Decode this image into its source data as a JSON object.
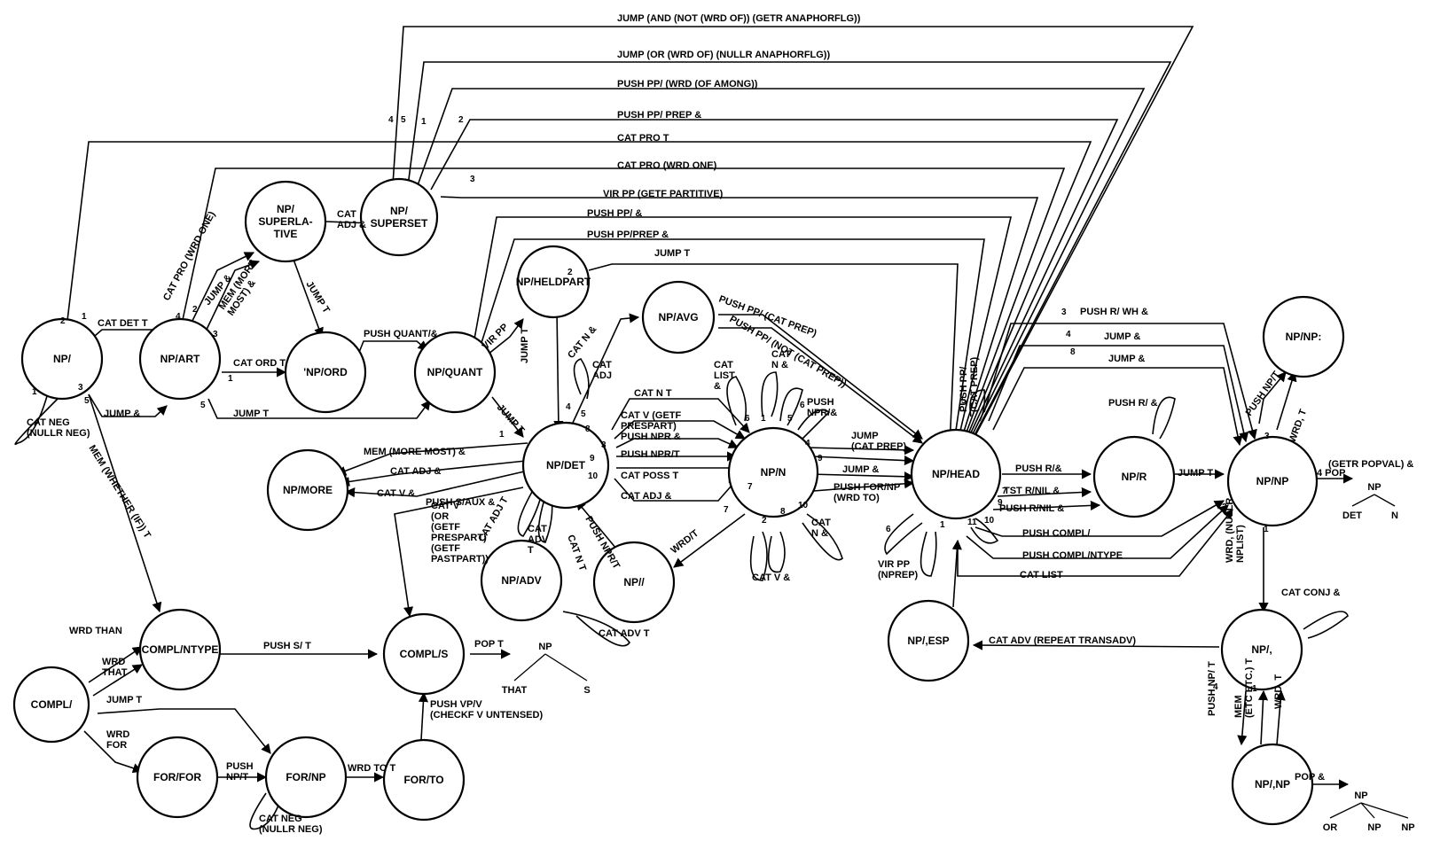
{
  "nodes": [
    {
      "id": "np",
      "lines": [
        "NP/"
      ]
    },
    {
      "id": "np_art",
      "lines": [
        "NP/ART"
      ]
    },
    {
      "id": "np_superlative",
      "lines": [
        "NP/",
        "SUPERLA-",
        "TIVE"
      ]
    },
    {
      "id": "np_superset",
      "lines": [
        "NP/",
        "SUPERSET"
      ]
    },
    {
      "id": "np_ord",
      "lines": [
        "'NP/ORD"
      ]
    },
    {
      "id": "np_quant",
      "lines": [
        "NP/QUANT"
      ]
    },
    {
      "id": "np_heldpart",
      "lines": [
        "NP/HELDPART"
      ]
    },
    {
      "id": "np_avg",
      "lines": [
        "NP/AVG"
      ]
    },
    {
      "id": "np_more",
      "lines": [
        "NP/MORE"
      ]
    },
    {
      "id": "np_det",
      "lines": [
        "NP/DET"
      ]
    },
    {
      "id": "np_n",
      "lines": [
        "NP/N"
      ]
    },
    {
      "id": "np_adv",
      "lines": [
        "NP/ADV"
      ]
    },
    {
      "id": "np_slash",
      "lines": [
        "NP//"
      ]
    },
    {
      "id": "np_head",
      "lines": [
        "NP/HEAD"
      ]
    },
    {
      "id": "np_r",
      "lines": [
        "NP/R"
      ]
    },
    {
      "id": "np_np",
      "lines": [
        "NP/NP"
      ]
    },
    {
      "id": "np_np2",
      "lines": [
        "NP/NP:"
      ]
    },
    {
      "id": "np_esp",
      "lines": [
        "NP/,ESP"
      ]
    },
    {
      "id": "np_comma",
      "lines": [
        "NP/,"
      ]
    },
    {
      "id": "np_comma_np",
      "lines": [
        "NP/,NP"
      ]
    },
    {
      "id": "compl",
      "lines": [
        "COMPL/"
      ]
    },
    {
      "id": "compl_ntype",
      "lines": [
        "COMPL/NTYPE"
      ]
    },
    {
      "id": "compl_s",
      "lines": [
        "COMPL/S"
      ]
    },
    {
      "id": "for_for",
      "lines": [
        "FOR/FOR"
      ]
    },
    {
      "id": "for_np",
      "lines": [
        "FOR/NP"
      ]
    },
    {
      "id": "for_to",
      "lines": [
        "FOR/TO"
      ]
    }
  ],
  "labels": [
    {
      "id": "l1",
      "lines": [
        "JUMP (AND (NOT (WRD OF)) (GETR ANAPHORFLG))"
      ]
    },
    {
      "id": "l2",
      "lines": [
        "JUMP (OR (WRD OF) (NULLR ANAPHORFLG))"
      ]
    },
    {
      "id": "l3",
      "lines": [
        "PUSH PP/ (WRD (OF AMONG))"
      ]
    },
    {
      "id": "l4",
      "lines": [
        "PUSH PP/ PREP  &"
      ]
    },
    {
      "id": "l5",
      "lines": [
        "CAT PRO T"
      ]
    },
    {
      "id": "l6",
      "lines": [
        "CAT  PRO (WRD ONE)"
      ]
    },
    {
      "id": "l7",
      "lines": [
        "VIR PP (GETF PARTITIVE)"
      ]
    },
    {
      "id": "l8",
      "lines": [
        "PUSH PP/ &"
      ]
    },
    {
      "id": "l9",
      "lines": [
        "PUSH PP/PREP  &"
      ]
    },
    {
      "id": "l10",
      "lines": [
        "JUMP T"
      ]
    },
    {
      "id": "l11",
      "lines": [
        "CAT",
        "ADJ &"
      ]
    },
    {
      "id": "l12",
      "lines": [
        "CAT DET T"
      ]
    },
    {
      "id": "l13",
      "lines": [
        "CAT ORD T"
      ]
    },
    {
      "id": "l14",
      "lines": [
        "JUMP &"
      ]
    },
    {
      "id": "l15",
      "lines": [
        "JUMP T"
      ]
    },
    {
      "id": "l16",
      "lines": [
        "PUSH QUANT/&"
      ]
    },
    {
      "id": "l17",
      "lines": [
        "CAT PRO (WRD ONE)"
      ]
    },
    {
      "id": "l18",
      "lines": [
        "JUMP &"
      ]
    },
    {
      "id": "l19",
      "lines": [
        "MEM (MORE",
        "MOST) &"
      ]
    },
    {
      "id": "l20",
      "lines": [
        "JUMP T"
      ]
    },
    {
      "id": "l21",
      "lines": [
        "CAT NEG",
        "(NULLR NEG)"
      ]
    },
    {
      "id": "l22",
      "lines": [
        "MEM (WHETHER (IF)) T"
      ]
    },
    {
      "id": "l23",
      "lines": [
        "VIR PP"
      ]
    },
    {
      "id": "l24",
      "lines": [
        "JUMP T"
      ]
    },
    {
      "id": "l25",
      "lines": [
        "JUMP T"
      ]
    },
    {
      "id": "l26",
      "lines": [
        "CAT N &"
      ]
    },
    {
      "id": "l27",
      "lines": [
        "PUSH PP/ (CAT PREP)"
      ]
    },
    {
      "id": "l28",
      "lines": [
        "PUSH PP/ (NOT (CAT PREP))"
      ]
    },
    {
      "id": "l29",
      "lines": [
        "CAT",
        "ADJ"
      ]
    },
    {
      "id": "l30",
      "lines": [
        "CAT N T"
      ]
    },
    {
      "id": "l31",
      "lines": [
        "CAT V (GETF",
        "PRESPART)"
      ]
    },
    {
      "id": "l32",
      "lines": [
        "PUSH NPR &"
      ]
    },
    {
      "id": "l33",
      "lines": [
        "PUSH NPR/T"
      ]
    },
    {
      "id": "l34",
      "lines": [
        "CAT POSS T"
      ]
    },
    {
      "id": "l35",
      "lines": [
        "CAT ADJ &"
      ]
    },
    {
      "id": "l36",
      "lines": [
        "MEM (MORE MOST) &"
      ]
    },
    {
      "id": "l37",
      "lines": [
        "CAT ADJ &"
      ]
    },
    {
      "id": "l38",
      "lines": [
        "CAT  V &"
      ]
    },
    {
      "id": "l39",
      "lines": [
        "PUSH S/AUX &"
      ]
    },
    {
      "id": "l40",
      "lines": [
        "CAT V",
        "(OR",
        "(GETF",
        "PRESPART)",
        "(GETF",
        "PASTPART))"
      ]
    },
    {
      "id": "l41",
      "lines": [
        "CAT ADJ T"
      ]
    },
    {
      "id": "l42",
      "lines": [
        "CAT",
        "ADV",
        "T"
      ]
    },
    {
      "id": "l43",
      "lines": [
        "CAT N T"
      ]
    },
    {
      "id": "l44",
      "lines": [
        "PUSH NPR/T"
      ]
    },
    {
      "id": "l45",
      "lines": [
        "CAT ADV T"
      ]
    },
    {
      "id": "l46",
      "lines": [
        "WRD/T"
      ]
    },
    {
      "id": "l47",
      "lines": [
        "CAT",
        "LIST",
        "&"
      ]
    },
    {
      "id": "l48",
      "lines": [
        "CAT",
        "N &"
      ]
    },
    {
      "id": "l49",
      "lines": [
        "PUSH",
        "NPR/&"
      ]
    },
    {
      "id": "l50",
      "lines": [
        "CAT",
        "N &"
      ]
    },
    {
      "id": "l51",
      "lines": [
        "CAT V &"
      ]
    },
    {
      "id": "l52",
      "lines": [
        "JUMP",
        "(CAT PREP)"
      ]
    },
    {
      "id": "l53",
      "lines": [
        "JUMP &"
      ]
    },
    {
      "id": "l54",
      "lines": [
        "PUSH FOR/NP",
        "(WRD TO)"
      ]
    },
    {
      "id": "l55",
      "lines": [
        "PUSH PP/",
        "(CAT PREP)"
      ]
    },
    {
      "id": "l56",
      "lines": [
        "VIR PP",
        "(NPREP)"
      ]
    },
    {
      "id": "l57",
      "lines": [
        "PUSH R/ WH &"
      ]
    },
    {
      "id": "l58",
      "lines": [
        "JUMP &"
      ]
    },
    {
      "id": "l59",
      "lines": [
        "JUMP &"
      ]
    },
    {
      "id": "l60",
      "lines": [
        "PUSH R/ &"
      ]
    },
    {
      "id": "l61",
      "lines": [
        "PUSH R/&"
      ]
    },
    {
      "id": "l62",
      "lines": [
        "TST R/NIL &"
      ]
    },
    {
      "id": "l63",
      "lines": [
        "PUSH R/NIL &"
      ]
    },
    {
      "id": "l64",
      "lines": [
        "PUSH  COMPL/"
      ]
    },
    {
      "id": "l65",
      "lines": [
        "PUSH COMPL/NTYPE"
      ]
    },
    {
      "id": "l66",
      "lines": [
        "CAT LIST"
      ]
    },
    {
      "id": "l67",
      "lines": [
        "JUMP T"
      ]
    },
    {
      "id": "l68",
      "lines": [
        "PUSH NP/T"
      ]
    },
    {
      "id": "l69",
      "lines": [
        "WRD, T"
      ]
    },
    {
      "id": "l70",
      "lines": [
        "4 POP"
      ]
    },
    {
      "id": "l71",
      "lines": [
        "(GETR POPVAL) &"
      ]
    },
    {
      "id": "l72",
      "lines": [
        "WRD, (NULLR",
        "NPLIST)"
      ]
    },
    {
      "id": "l73",
      "lines": [
        "CAT CONJ &"
      ]
    },
    {
      "id": "l74",
      "lines": [
        "CAT ADV (REPEAT TRANSADV)"
      ]
    },
    {
      "id": "l75",
      "lines": [
        "PUSH NP/ T"
      ]
    },
    {
      "id": "l76",
      "lines": [
        "MEM",
        "(ETC ETC.) T"
      ]
    },
    {
      "id": "l77",
      "lines": [
        "WRD, T"
      ]
    },
    {
      "id": "l78",
      "lines": [
        "POP &"
      ]
    },
    {
      "id": "l79",
      "lines": [
        "WRD THAN"
      ]
    },
    {
      "id": "l80",
      "lines": [
        "WRD",
        "THAT"
      ]
    },
    {
      "id": "l81",
      "lines": [
        "JUMP T"
      ]
    },
    {
      "id": "l82",
      "lines": [
        "WRD",
        "FOR"
      ]
    },
    {
      "id": "l83",
      "lines": [
        "PUSH S/  T"
      ]
    },
    {
      "id": "l84",
      "lines": [
        "POP T"
      ]
    },
    {
      "id": "l85",
      "lines": [
        "PUSH VP/V",
        "(CHECKF V UNTENSED)"
      ]
    },
    {
      "id": "l86",
      "lines": [
        "PUSH",
        "NP/T"
      ]
    },
    {
      "id": "l87",
      "lines": [
        "WRD TO T"
      ]
    },
    {
      "id": "l88",
      "lines": [
        "CAT NEG",
        "(NULLR NEG)"
      ]
    }
  ],
  "numbers": [
    "4",
    "5",
    "1",
    "2",
    "3",
    "2",
    "1",
    "4",
    "3",
    "5",
    "5",
    "2",
    "1",
    "3",
    "1",
    "2",
    "4",
    "5",
    "8",
    "1",
    "3",
    "10",
    "9",
    "7",
    "6",
    "1",
    "5",
    "6",
    "4",
    "9",
    "7",
    "2",
    "8",
    "10",
    "5",
    "3",
    "4",
    "8",
    "7",
    "9",
    "11",
    "1",
    "6",
    "10",
    "3",
    "2",
    "1",
    "4",
    "1"
  ],
  "trees": [
    {
      "id": "t1",
      "root": "NP",
      "leaves": [
        "THAT",
        "S"
      ]
    },
    {
      "id": "t2",
      "root": "NP",
      "leaves": [
        "DET",
        "N"
      ]
    },
    {
      "id": "t3",
      "root": "NP",
      "leaves": [
        "OR",
        "NP",
        "NP"
      ]
    }
  ]
}
